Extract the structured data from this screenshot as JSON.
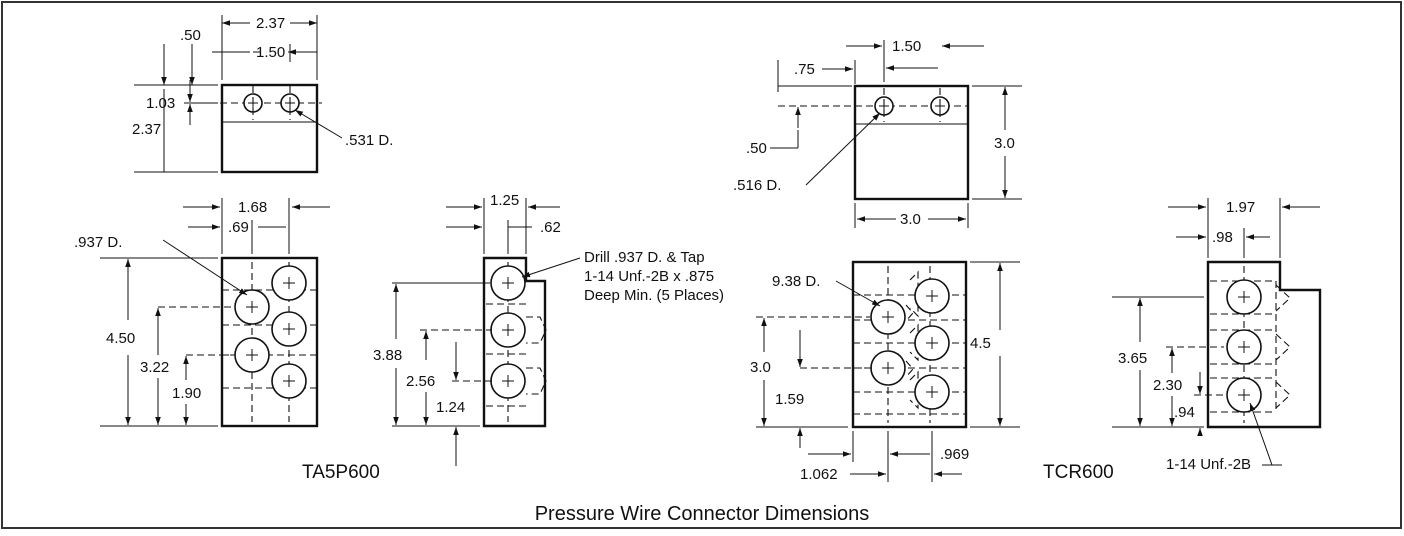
{
  "title": "Pressure Wire Connector Dimensions",
  "models": {
    "left": "TA5P600",
    "right": "TCR600"
  },
  "ta5p600": {
    "top_view": {
      "width_overall": "2.37",
      "hole_offset": ".50",
      "hole_spacing": "1.50",
      "hole_height": "1.03",
      "depth": "2.37",
      "hole_dia": ".531 D."
    },
    "front_view": {
      "width_overall": "1.68",
      "col_offset": ".69",
      "hole_dia": ".937 D.",
      "height": "4.50",
      "row2": "3.22",
      "row1": "1.90"
    },
    "side_view": {
      "width": "1.25",
      "step": ".62",
      "note_line1": "Drill .937 D. & Tap",
      "note_line2": "1-14 Unf.-2B x .875",
      "note_line3": "Deep Min. (5 Places)",
      "h3": "3.88",
      "h2": "2.56",
      "h1": "1.24"
    }
  },
  "tcr600": {
    "top_view": {
      "hole_spacing": "1.50",
      "hole_offset": ".75",
      "hole_height": ".50",
      "depth": "3.0",
      "width": "3.0",
      "hole_dia": ".516 D."
    },
    "front_view": {
      "hole_dia": "9.38 D.",
      "height": "4.5",
      "row2": "3.0",
      "row1": "1.59",
      "col1": "1.062",
      "col2": ".969"
    },
    "side_view": {
      "width": "1.97",
      "col_offset": ".98",
      "h3": "3.65",
      "h2": "2.30",
      "h1": ".94",
      "thread": "1-14 Unf.-2B"
    }
  }
}
